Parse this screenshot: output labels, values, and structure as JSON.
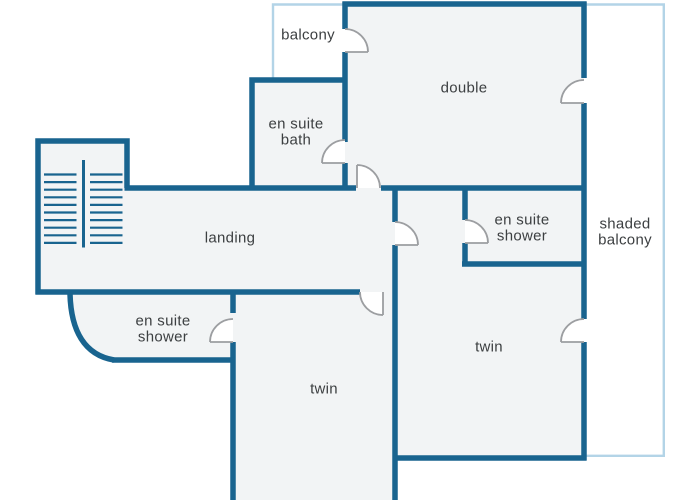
{
  "diagram_type": "floor-plan",
  "colors": {
    "bg": "#ffffff",
    "wall": "#19648f",
    "balcony-line": "#b3d4e7",
    "floor": "#f2f4f5",
    "label": "#3c3f41",
    "door": "#9c9ea1",
    "door-fill": "#ffffff"
  },
  "rooms": {
    "balcony": {
      "label": "balcony"
    },
    "double": {
      "label": "double"
    },
    "en_suite_bath": {
      "label": "en suite\nbath"
    },
    "landing": {
      "label": "landing"
    },
    "en_suite_shower_right": {
      "label": "en suite\nshower"
    },
    "shaded_balcony": {
      "label": "shaded\nbalcony"
    },
    "twin_right": {
      "label": "twin"
    },
    "twin_middle": {
      "label": "twin"
    },
    "en_suite_shower_left": {
      "label": "en suite\nshower"
    }
  }
}
